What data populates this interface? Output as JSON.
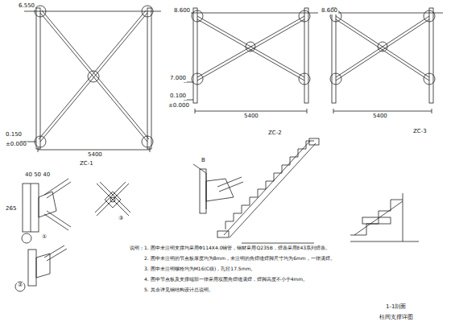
{
  "diagram": {
    "caption": "柱间支撑详图",
    "labels": [
      "6.550",
      "0.150",
      "±0.000",
      "5400",
      "ZC-1",
      "8.600",
      "7.000",
      "0.100",
      "±0.000",
      "5400",
      "ZC-2",
      "8.600",
      "5400",
      "ZC-3",
      "①",
      "②",
      "③",
      "B",
      "265",
      "40 50 40",
      "说明：1. 图中未注明支撑均采用Φ114X4.0钢管，钢材采用Q235B，焊条采用E43系列焊条。",
      "2. 图中未注明的节点板厚度均为8mm，未注明的角焊缝焊脚尺寸均为6mm，一律满焊。",
      "3. 图中未注明螺栓均为M16(C级)，孔径17.5mm。",
      "4. 图中节点板及支撑端部一律采用双面角焊缝满焊，焊脚高度不小于4mm。",
      "5. 其余详见钢结构设计总说明。",
      "1-1剖面"
    ]
  }
}
